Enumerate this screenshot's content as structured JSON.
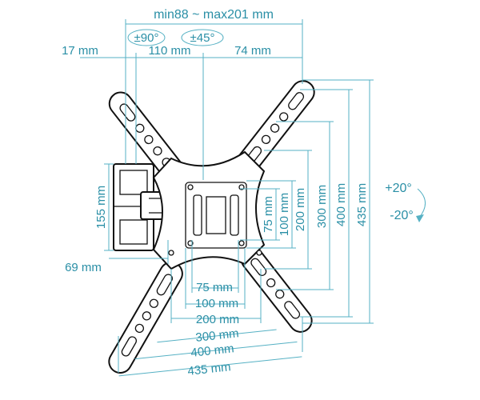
{
  "labels": {
    "depth": "min88 ~ max201 mm",
    "swivel": "±90°",
    "pivot": "±45°",
    "offset_17": "17 mm",
    "offset_110": "110 mm",
    "offset_74": "74 mm",
    "h155": "155 mm",
    "w69": "69 mm",
    "v75": "75 mm",
    "v100": "100 mm",
    "v200": "200 mm",
    "v300": "300 mm",
    "v400": "400 mm",
    "v435": "435 mm",
    "tilt_up": "+20°",
    "tilt_down": "-20°",
    "h75": "75 mm",
    "h100": "100 mm",
    "h200": "200 mm",
    "h300": "300 mm",
    "h400": "400 mm",
    "h435": "435 mm"
  },
  "colors": {
    "dimension": "#2a8fa6",
    "outline": "#111111"
  }
}
